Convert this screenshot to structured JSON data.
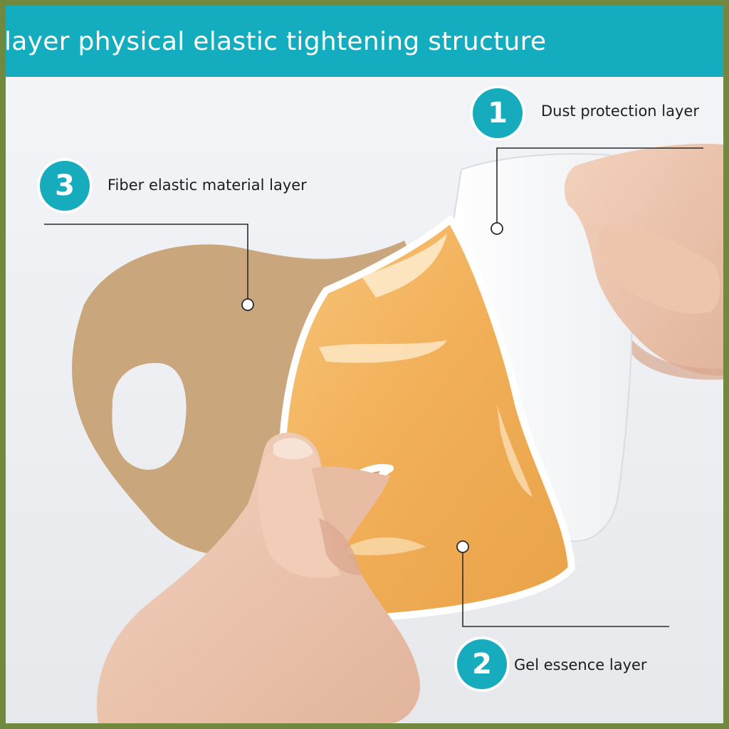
{
  "banner": {
    "title": "layer physical elastic tightening structure",
    "color": "#13adbf"
  },
  "callouts": [
    {
      "number": "1",
      "label": "Dust protection layer"
    },
    {
      "number": "2",
      "label": "Gel essence layer"
    },
    {
      "number": "3",
      "label": "Fiber elastic material layer"
    }
  ],
  "colors": {
    "accent": "#16abbd",
    "frame": "#70893e",
    "fiber_layer": "#c9a67c",
    "gel_layer": "#f2b35a",
    "dust_layer": "#ffffff"
  }
}
